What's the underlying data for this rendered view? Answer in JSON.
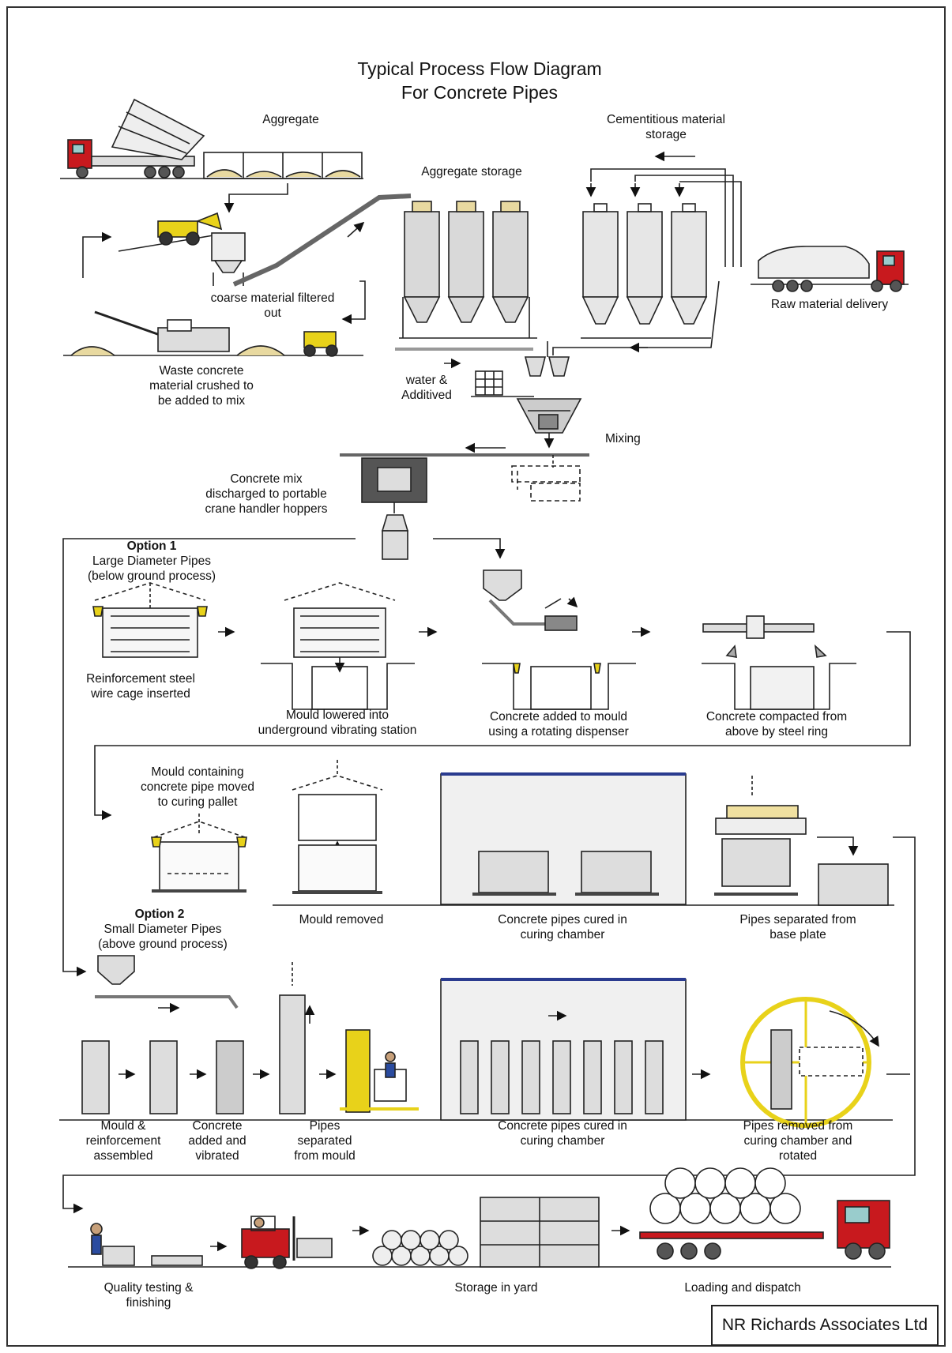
{
  "title": {
    "line1": "Typical Process Flow Diagram",
    "line2": "For Concrete Pipes"
  },
  "labels": {
    "aggregate": "Aggregate",
    "cementitious_storage": "Cementitious material\nstorage",
    "aggregate_storage": "Aggregate storage",
    "raw_material_delivery": "Raw material delivery",
    "coarse_filtered": "coarse material filtered\nout",
    "waste_concrete": "Waste concrete\nmaterial crushed to\nbe added to mix",
    "water_additive": "water &\nAdditived",
    "mixing": "Mixing",
    "concrete_mix_discharged": "Concrete mix\ndischarged to portable\ncrane handler hoppers",
    "option1_title": "Option 1",
    "option1_desc": "Large Diameter Pipes\n(below ground process)",
    "reinforcement_inserted": "Reinforcement steel\nwire cage inserted",
    "mould_lowered": "Mould lowered into\nunderground vibrating station",
    "concrete_added_rotating": "Concrete added to mould\nusing a rotating dispenser",
    "concrete_compacted": "Concrete compacted from\nabove by steel ring",
    "mould_moved": "Mould containing\nconcrete pipe moved\nto curing pallet",
    "mould_removed": "Mould removed",
    "cured_chamber_1": "Concrete pipes cured in\ncuring chamber",
    "pipes_separated_base": "Pipes separated from\nbase plate",
    "option2_title": "Option 2",
    "option2_desc": "Small Diameter Pipes\n(above ground process)",
    "mould_reinforcement": "Mould &\nreinforcement\nassembled",
    "concrete_vibrated": "Concrete\nadded and\nvibrated",
    "pipes_separated_mould": "Pipes\nseparated\nfrom mould",
    "cured_chamber_2": "Concrete pipes cured in\ncuring chamber",
    "pipes_removed_rotated": "Pipes removed from\ncuring chamber and\nrotated",
    "quality_testing": "Quality testing &\nfinishing",
    "storage_yard": "Storage in yard",
    "loading_dispatch": "Loading and dispatch"
  },
  "company": "NR Richards Associates Ltd",
  "colors": {
    "truck_red": "#c8191e",
    "yellow": "#e8d21a",
    "silo_grey": "#d9d9d9",
    "line": "#222222"
  }
}
